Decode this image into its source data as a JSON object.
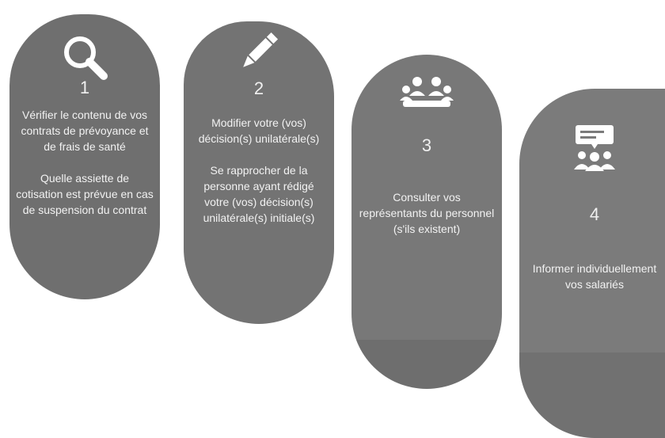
{
  "steps": [
    {
      "number": "1",
      "icon": "magnifier-icon",
      "lines": [
        "Vérifier le contenu de vos contrats de prévoyance et de frais de santé",
        "Quelle assiette de cotisation est prévue en cas de suspension du contrat"
      ]
    },
    {
      "number": "2",
      "icon": "pencil-icon",
      "lines": [
        "Modifier votre (vos) décision(s) unilatérale(s)",
        "Se rapprocher de la personne ayant rédigé votre (vos) décision(s) unilatérale(s) initiale(s)"
      ]
    },
    {
      "number": "3",
      "icon": "meeting-icon",
      "lines": [
        "Consulter vos représentants du personnel (s'ils existent)"
      ]
    },
    {
      "number": "4",
      "icon": "presentation-icon",
      "lines": [
        "Informer individuellement vos salariés"
      ]
    }
  ],
  "colors": {
    "pill1": "#6f6f6f",
    "pill2": "#737373",
    "pill3": "#787878",
    "pill4": "#7b7b7b",
    "text": "#ffffff"
  }
}
